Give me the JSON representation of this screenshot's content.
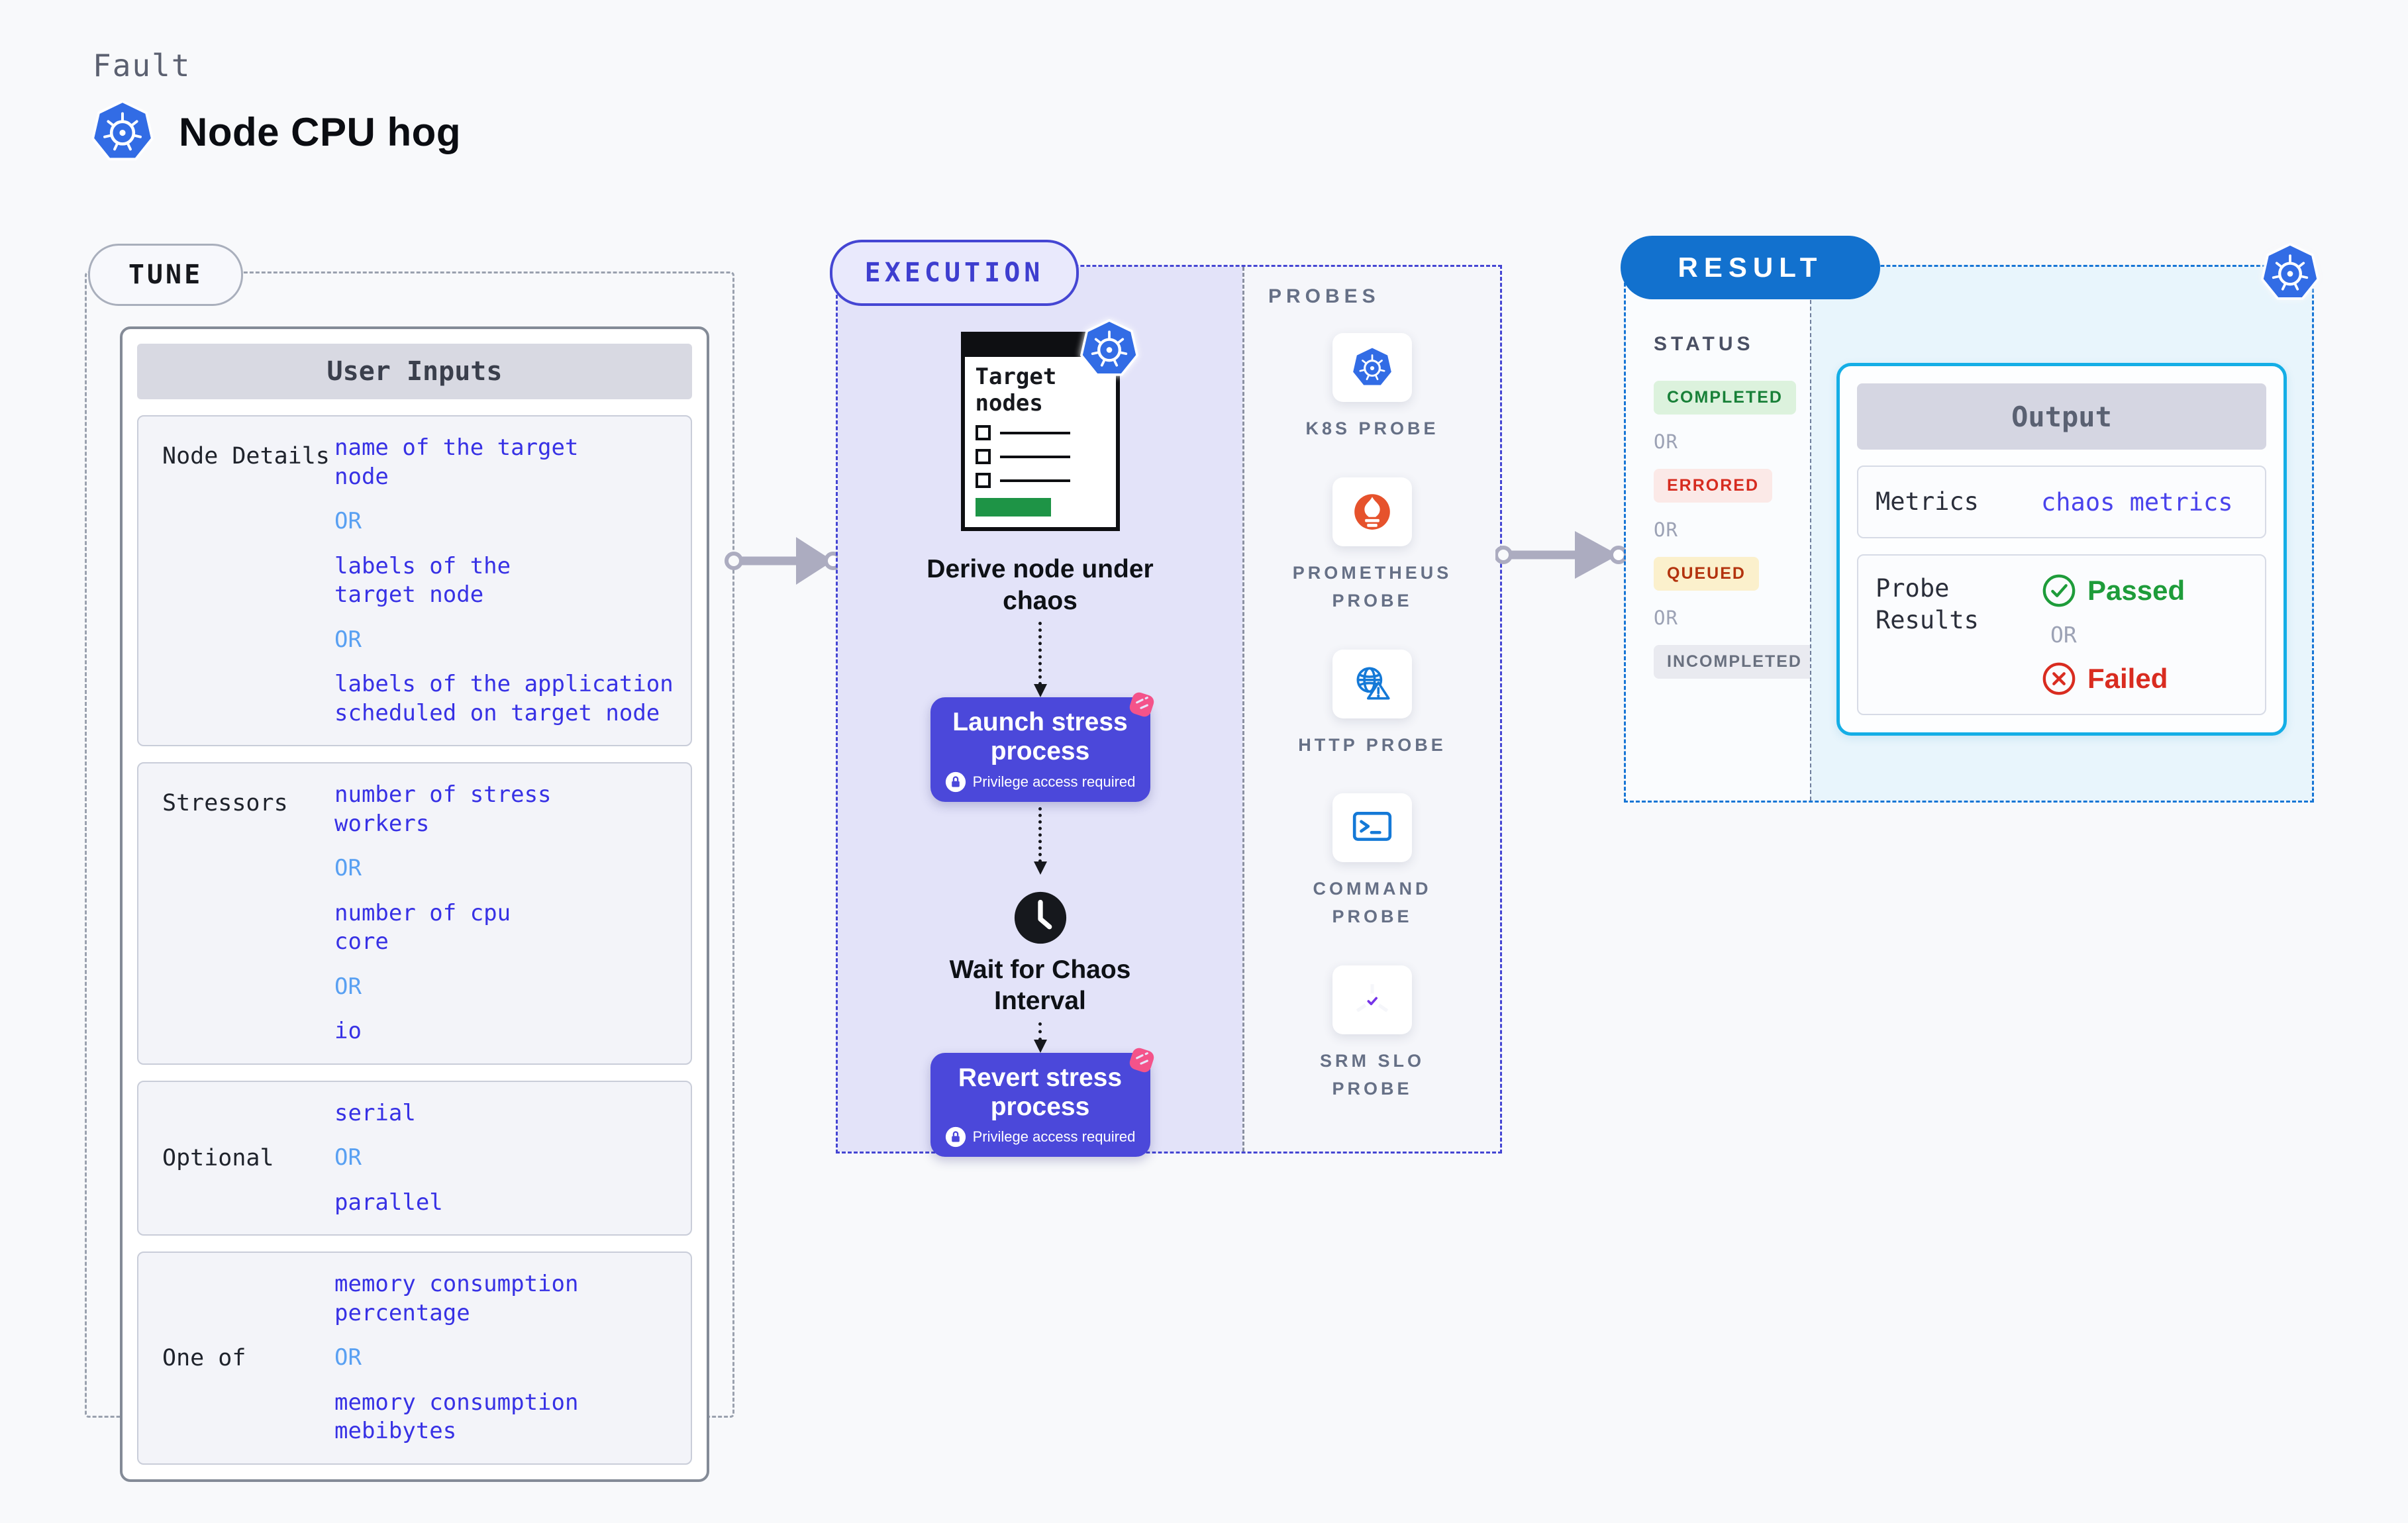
{
  "header": {
    "kicker": "Fault",
    "title": "Node CPU hog",
    "title_icon": "kubernetes-icon"
  },
  "tune": {
    "badge": "TUNE",
    "table": {
      "title": "User Inputs",
      "or_label": "OR",
      "rows": [
        {
          "label": "Node Details",
          "align": "top",
          "values": [
            "name of the target\nnode",
            "labels of the\ntarget node",
            "labels of the application\nscheduled on target node"
          ]
        },
        {
          "label": "Stressors",
          "align": "top",
          "values": [
            "number of stress\nworkers",
            "number of cpu\ncore",
            "io"
          ]
        },
        {
          "label": "Optional",
          "align": "center",
          "values": [
            "serial",
            "parallel"
          ]
        },
        {
          "label": "One of",
          "align": "center",
          "values": [
            "memory consumption\npercentage",
            "memory consumption\nmebibytes"
          ]
        }
      ]
    }
  },
  "execution": {
    "badge": "EXECUTION",
    "window": {
      "title": "Target\nnodes",
      "icon": "kubernetes-icon"
    },
    "derive_label": "Derive node under\nchaos",
    "launch_button": {
      "title": "Launch stress\nprocess",
      "subtitle": "Privilege access required"
    },
    "wait_label": "Wait for Chaos\nInterval",
    "revert_button": {
      "title": "Revert stress\nprocess",
      "subtitle": "Privilege access required"
    }
  },
  "probes": {
    "heading": "PROBES",
    "items": [
      {
        "label": "K8S PROBE",
        "icon": "kubernetes-icon"
      },
      {
        "label": "PROMETHEUS\nPROBE",
        "icon": "prometheus-icon"
      },
      {
        "label": "HTTP PROBE",
        "icon": "http-globe-icon"
      },
      {
        "label": "COMMAND\nPROBE",
        "icon": "terminal-icon"
      },
      {
        "label": "SRM SLO\nPROBE",
        "icon": "srm-slo-icon"
      }
    ]
  },
  "result": {
    "badge": "RESULT",
    "status_heading": "STATUS",
    "or_label": "OR",
    "statuses": [
      {
        "label": "COMPLETED",
        "fg": "#188038",
        "bg": "#DCF2DD"
      },
      {
        "label": "ERRORED",
        "fg": "#D62B1F",
        "bg": "#FBE9E7"
      },
      {
        "label": "QUEUED",
        "fg": "#B3330E",
        "bg": "#FBF0CC"
      },
      {
        "label": "INCOMPLETED",
        "fg": "#69707F",
        "bg": "#E9EAF0"
      }
    ],
    "output": {
      "title": "Output",
      "metrics_label": "Metrics",
      "metrics_value": "chaos metrics",
      "probe_results_label": "Probe\nResults",
      "passed_label": "Passed",
      "or_label": "OR",
      "failed_label": "Failed"
    }
  },
  "colors": {
    "accent_indigo": "#4546D3",
    "accent_blue": "#1271CE",
    "accent_cyan": "#14AEE6",
    "value_text": "#3731E5",
    "or_text": "#59A0F2",
    "k8s_blue": "#326CE5",
    "button_bg": "#4B48DA",
    "passed_green": "#1E9C3A",
    "failed_red": "#D92C20",
    "arrow_gray": "#ACACC0",
    "prometheus_orange": "#E6522C",
    "chaos_pink": "#F4538A",
    "window_green": "#1E9446"
  }
}
